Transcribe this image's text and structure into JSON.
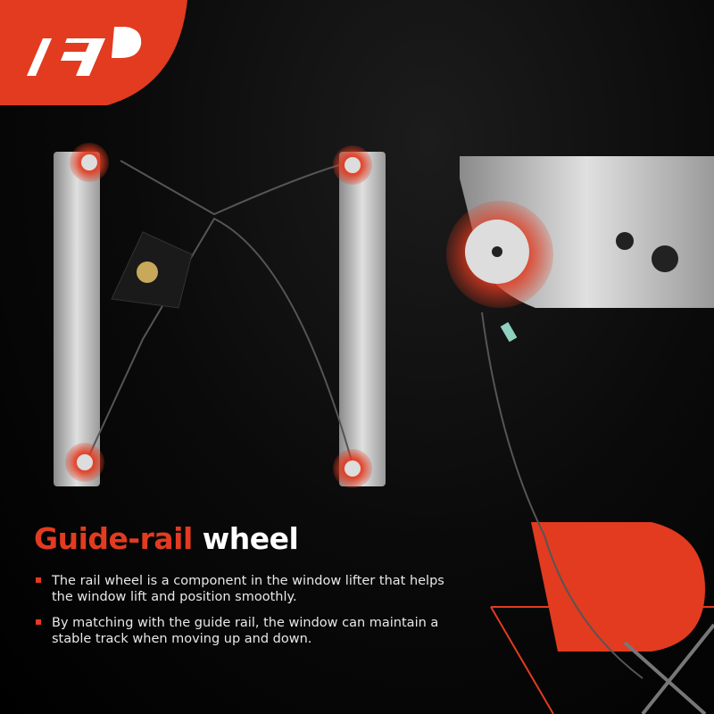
{
  "logo": {
    "text": "A-P",
    "icon": "brand-logo"
  },
  "headline": {
    "accent_part": "Guide-rail",
    "rest": "wheel"
  },
  "bullets": [
    {
      "text": "The rail wheel is a component in the window lifter that helps the window lift and position smoothly."
    },
    {
      "text": "By matching with the guide rail, the window can maintain a stable track when moving up and down."
    }
  ],
  "colors": {
    "accent": "#e23b20",
    "background": "#000000",
    "highlight": "#d43a2a"
  }
}
